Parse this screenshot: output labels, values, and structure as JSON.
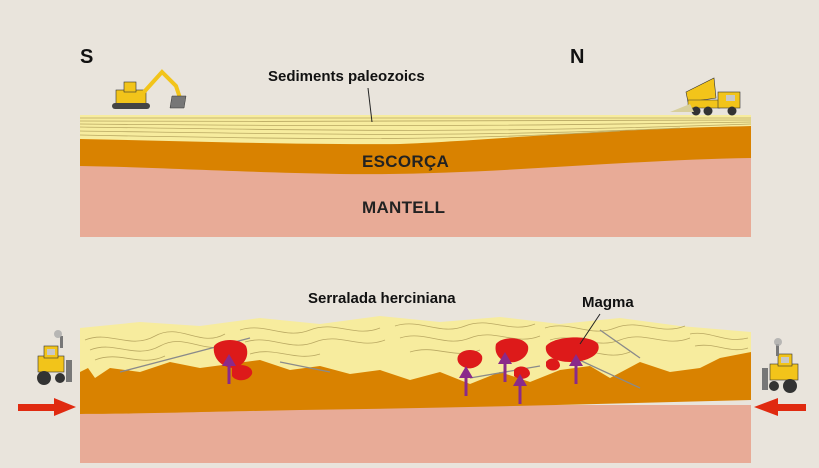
{
  "labels": {
    "south": "S",
    "north": "N",
    "sediments": "Sediments paleozoics",
    "crust": "ESCORÇA",
    "mantle": "MANTELL",
    "range": "Serralada herciniana",
    "magma": "Magma"
  },
  "colors": {
    "background": "#e9e4dc",
    "sediment": "#f7ec9e",
    "sediment_lines": "#b9a862",
    "crust": "#d98200",
    "mantle": "#e8ab97",
    "magma": "#dd1a1a",
    "arrow_up": "#8a2a8a",
    "arrow_push": "#e02a10",
    "machine": "#f2c41a"
  },
  "icons": [
    "excavator-icon",
    "dump-truck-icon",
    "bulldozer-icon"
  ]
}
